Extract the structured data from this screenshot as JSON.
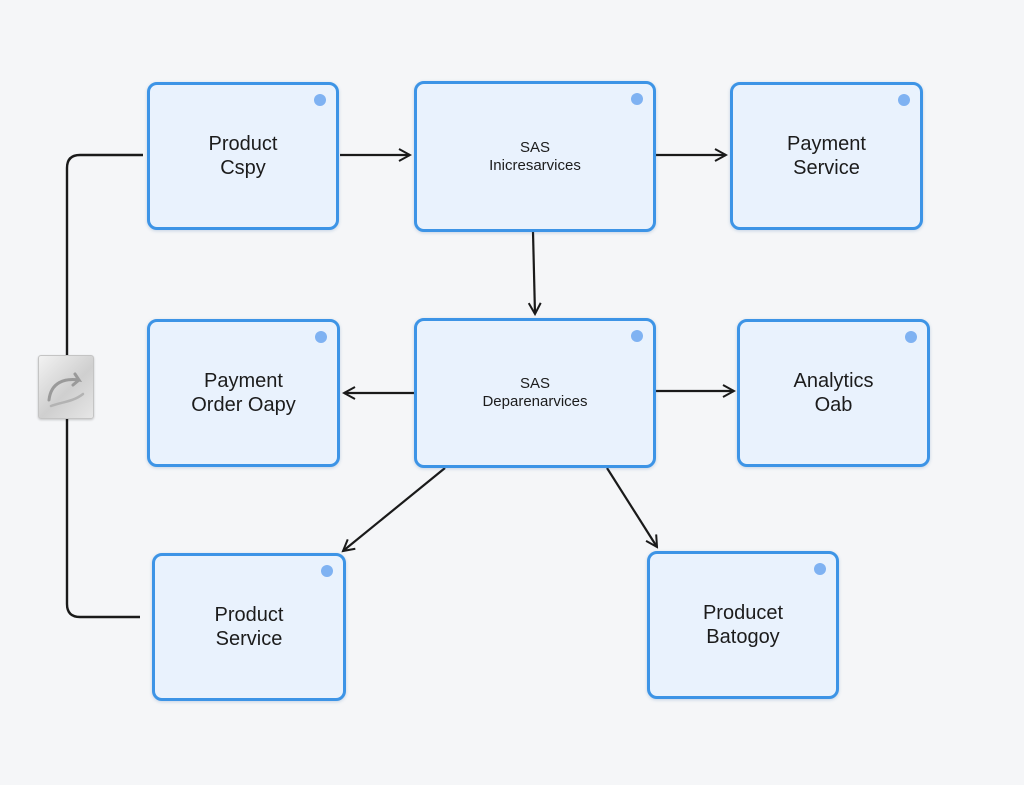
{
  "nodes": [
    {
      "id": "product-cspy",
      "lines": [
        "Product",
        "Cspy"
      ]
    },
    {
      "id": "sas-microservices",
      "lines": [
        "SAS",
        "Inicresarvices"
      ]
    },
    {
      "id": "payment-service",
      "lines": [
        "Payment",
        "Service"
      ]
    },
    {
      "id": "payment-order-oapy",
      "lines": [
        "Payment",
        "Order Oapy"
      ]
    },
    {
      "id": "sas-dependencies",
      "lines": [
        "SAS",
        "Deparenarvices"
      ]
    },
    {
      "id": "analytics-oab",
      "lines": [
        "Analytics",
        "Oab"
      ]
    },
    {
      "id": "product-service",
      "lines": [
        "Product",
        "Service"
      ]
    },
    {
      "id": "product-category",
      "lines": [
        "Producet",
        "Batogoy"
      ]
    }
  ],
  "edges": [
    {
      "from": "product-cspy",
      "to": "sas-microservices"
    },
    {
      "from": "sas-microservices",
      "to": "payment-service"
    },
    {
      "from": "sas-microservices",
      "to": "sas-dependencies"
    },
    {
      "from": "sas-dependencies",
      "to": "payment-order-oapy"
    },
    {
      "from": "sas-dependencies",
      "to": "analytics-oab"
    },
    {
      "from": "sas-dependencies",
      "to": "product-service"
    },
    {
      "from": "sas-dependencies",
      "to": "product-category"
    },
    {
      "from": "product-cspy",
      "to": "product-service",
      "style": "loop"
    }
  ],
  "colors": {
    "node_fill": "#e9f2fd",
    "node_border": "#3d94e6",
    "node_dot": "#7fb2f2",
    "connector": "#1a1a1a",
    "background": "#f5f6f8"
  },
  "side_handle_icon": "curl-arrow-icon"
}
